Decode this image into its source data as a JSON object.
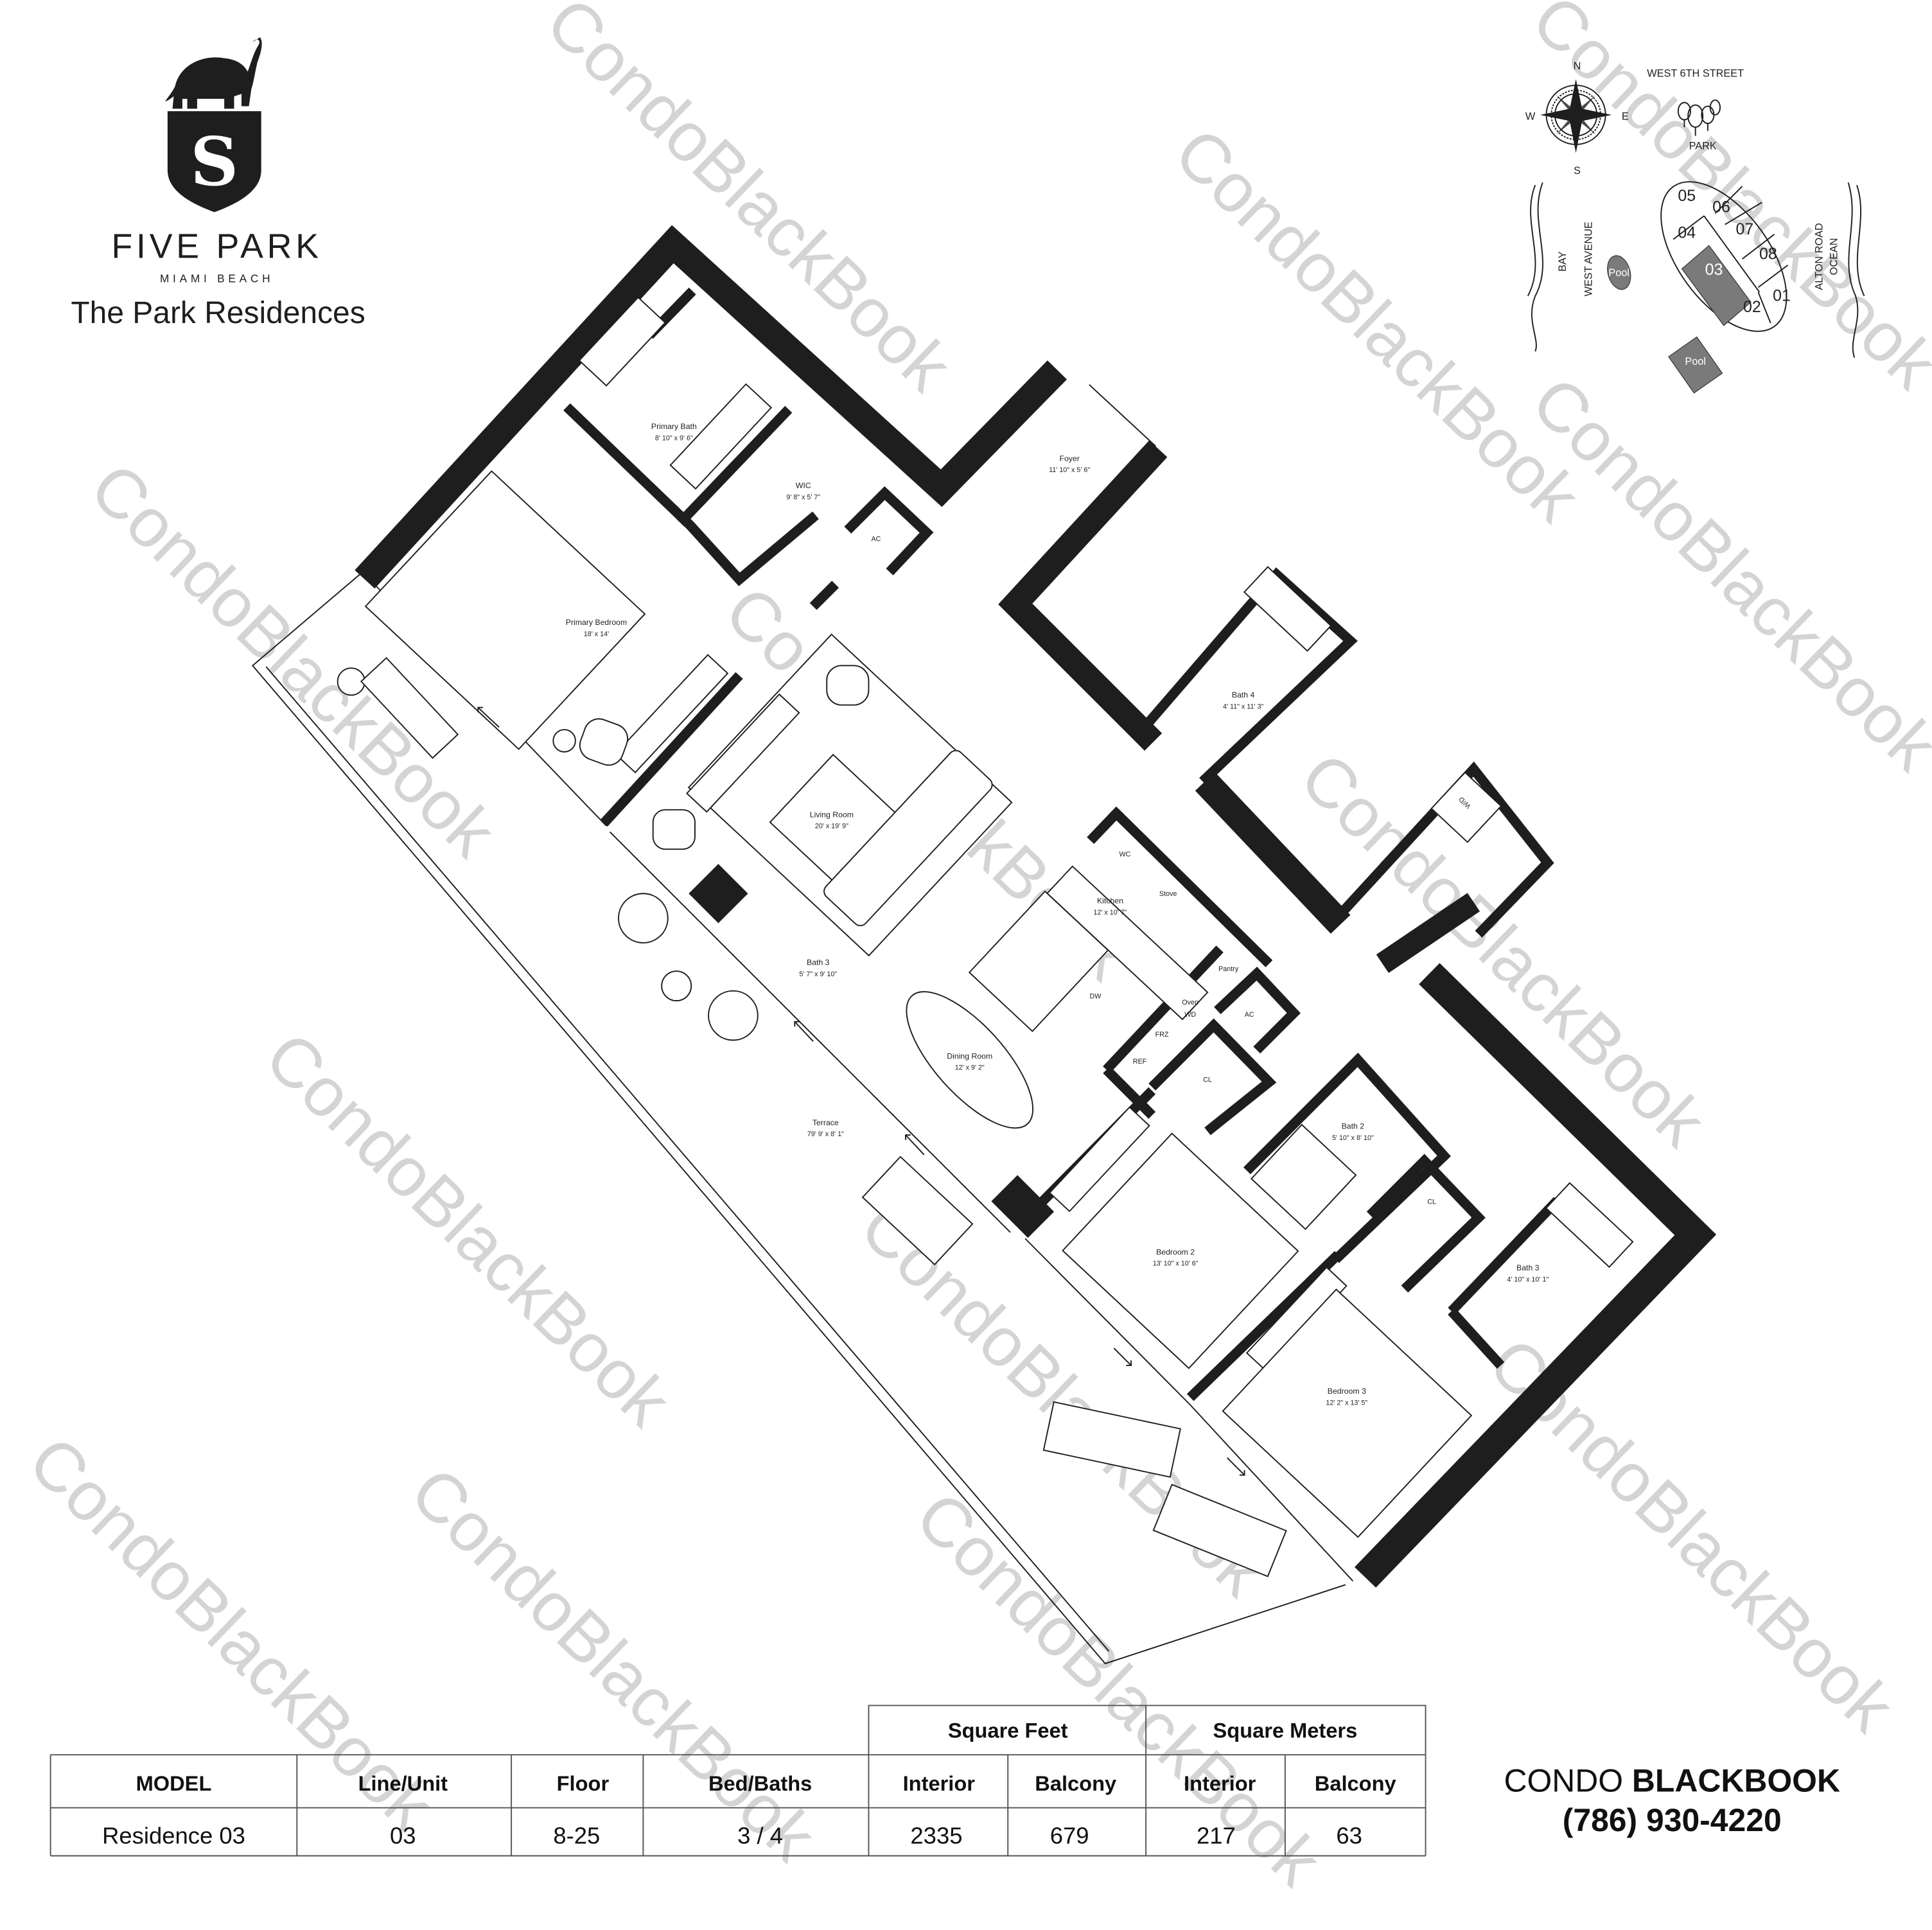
{
  "brand": {
    "logo_letter": "S",
    "name": "FIVE PARK",
    "location": "MIAMI BEACH",
    "subtitle": "The Park Residences"
  },
  "watermark": "CondoBlackBook",
  "site_map": {
    "compass": {
      "n": "N",
      "s": "S",
      "e": "E",
      "w": "W"
    },
    "street_north": "WEST 6TH STREET",
    "park": "PARK",
    "bay": "BAY",
    "west_avenue": "WEST  AVENUE",
    "alton_road": "ALTON ROAD",
    "ocean": "OCEAN",
    "pool_1": "Pool",
    "pool_2": "Pool",
    "units": [
      "05",
      "06",
      "04",
      "07",
      "03",
      "08",
      "01",
      "02"
    ],
    "highlighted_unit": "03",
    "highlight_color": "#7a7a7a"
  },
  "rooms": {
    "primary_bath": {
      "name": "Primary Bath",
      "size": "8' 10\" x 9' 6\""
    },
    "wic": {
      "name": "WIC",
      "size": "9' 8\" x 5' 7\""
    },
    "foyer": {
      "name": "Foyer",
      "size": "11' 10\" x 5' 6\""
    },
    "primary_bedroom": {
      "name": "Primary Bedroom",
      "size": "18' x 14'"
    },
    "living_room": {
      "name": "Living Room",
      "size": "20' x 19' 9\""
    },
    "kitchen": {
      "name": "Kitchen",
      "size": "12' x 10' 7\""
    },
    "bath_3_left": {
      "name": "Bath 3",
      "size": "5' 7\" x 9' 10\""
    },
    "dining_room": {
      "name": "Dining Room",
      "size": "12' x 9' 2\""
    },
    "terrace": {
      "name": "Terrace",
      "size": "79' 9' x 8' 1\""
    },
    "bath_4": {
      "name": "Bath 4",
      "size": "4' 11\" x 11' 3\""
    },
    "bath_2": {
      "name": "Bath 2",
      "size": "5' 10\" x 8' 10\""
    },
    "bedroom_2": {
      "name": "Bedroom 2",
      "size": "13' 10\" x 10' 6\""
    },
    "bath_3_right": {
      "name": "Bath 3",
      "size": "4' 10\" x 10' 1\""
    },
    "bedroom_3": {
      "name": "Bedroom 3",
      "size": "12' 2\" x 13' 5\""
    }
  },
  "fixtures": {
    "ac_1": "AC",
    "ac_2": "AC",
    "wc": "WC",
    "stove": "Stove",
    "dw": "DW",
    "pantry": "Pantry",
    "oven": "Oven",
    "wd_kitchen": "WD",
    "frz": "FRZ",
    "ref": "REF",
    "cl_1": "CL",
    "cl_2": "CL",
    "wd_laundry": "W/D"
  },
  "table": {
    "group_headers": [
      "Square Feet",
      "Square Meters"
    ],
    "headers": [
      "MODEL",
      "Line/Unit",
      "Floor",
      "Bed/Baths",
      "Interior",
      "Balcony",
      "Interior",
      "Balcony"
    ],
    "row": [
      "Residence 03",
      "03",
      "8-25",
      "3 / 4",
      "2335",
      "679",
      "217",
      "63"
    ]
  },
  "contact": {
    "brand_light": "CONDO",
    "brand_bold": "BLACKBOOK",
    "phone": "(786) 930-4220"
  }
}
